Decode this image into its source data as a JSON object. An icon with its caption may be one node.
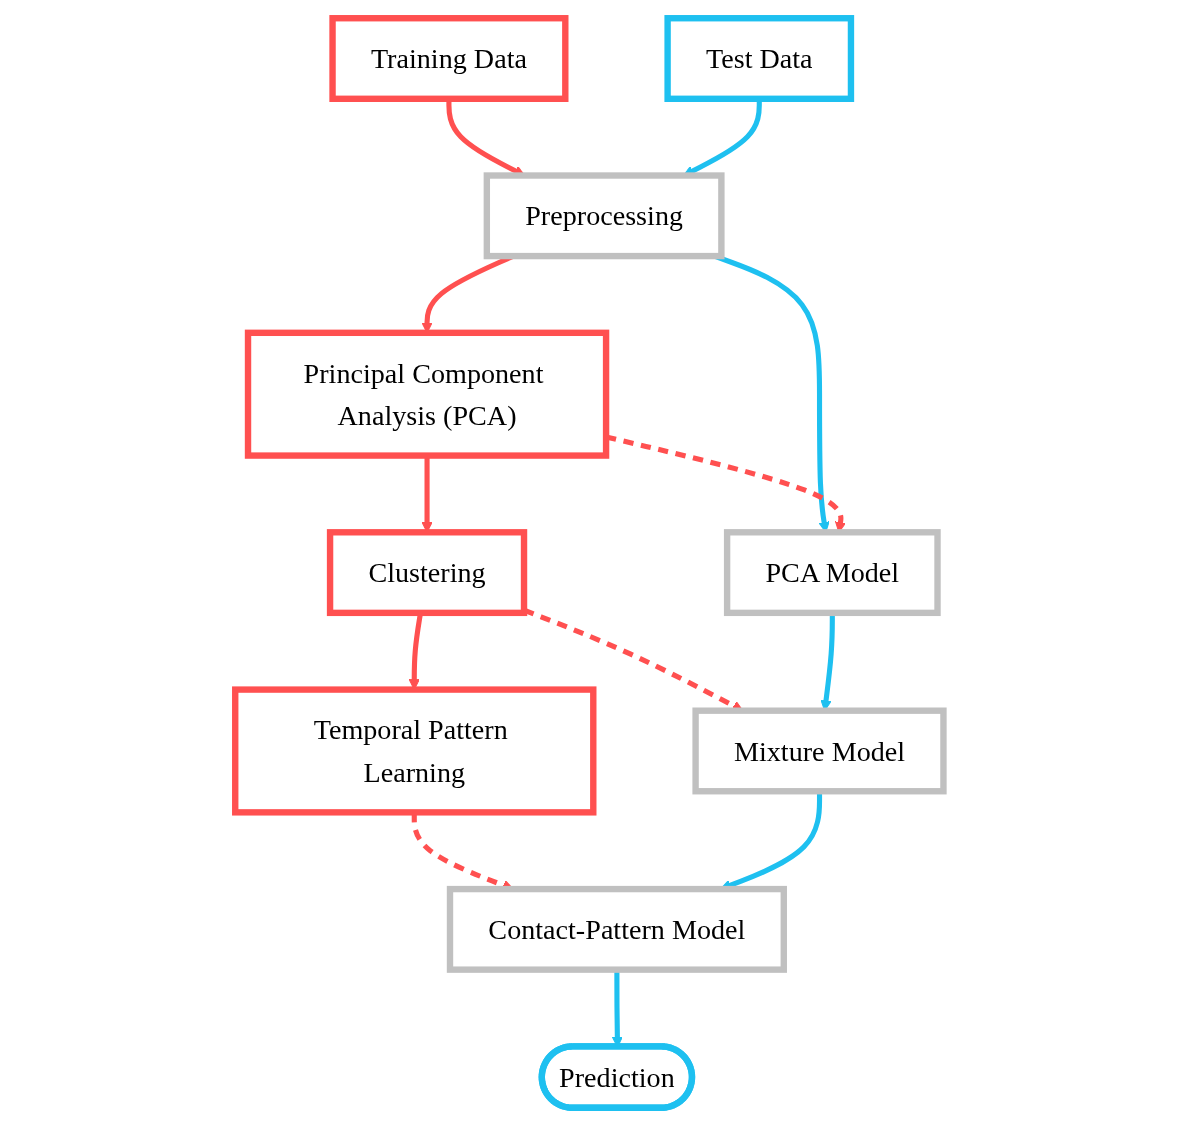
{
  "diagram": {
    "nodes": [
      {
        "text": [
          "Training Data"
        ]
      },
      {
        "text": [
          "Test Data"
        ]
      },
      {
        "text": [
          "Preprocessing"
        ]
      },
      {
        "text": [
          "Principal Component Analysis (PCA)"
        ]
      },
      {
        "text": [
          "PCA Model"
        ]
      },
      {
        "text": [
          "Clustering"
        ]
      },
      {
        "text": [
          "Mixture Model"
        ]
      },
      {
        "text": [
          "Temporal Pattern Learning"
        ]
      },
      {
        "text": [
          "Contact-Pattern Model"
        ]
      },
      {
        "text": [
          "Prediction"
        ]
      }
    ],
    "edges": [
      {
        "from": 0,
        "to": 2,
        "arrow": "to"
      },
      {
        "from": 1,
        "to": 2,
        "arrow": "to",
        "color": "#1ec0f0"
      },
      {
        "from": 2,
        "to": 3,
        "arrow": "to"
      },
      {
        "from": 2,
        "to": 4,
        "arrow": "to",
        "color": "#1ec0f0"
      },
      {
        "from": 3,
        "to": 4,
        "arrow": "to",
        "style": "dashed"
      },
      {
        "from": 3,
        "to": 5,
        "arrow": "to"
      },
      {
        "from": 5,
        "to": 6,
        "arrow": "to",
        "style": "dashed"
      },
      {
        "from": 4,
        "to": 6,
        "arrow": "to",
        "color": "#1ec0f0"
      },
      {
        "from": 5,
        "to": 7,
        "arrow": "to"
      },
      {
        "from": 7,
        "to": 8,
        "arrow": "to",
        "style": "dashed"
      },
      {
        "from": 6,
        "to": 8,
        "arrow": "to",
        "color": "#1ec0f0"
      },
      {
        "from": 8,
        "to": 9,
        "arrow": "to",
        "color": "#1ec0f0"
      }
    ]
  }
}
